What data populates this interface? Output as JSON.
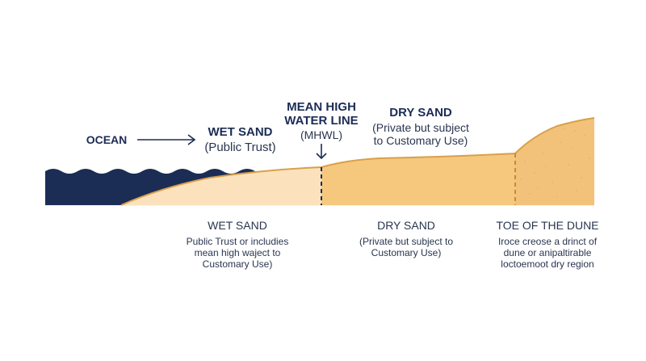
{
  "top_labels": {
    "ocean": "OCEAN",
    "wet_sand_title": "WET SAND",
    "wet_sand_sub": "(Public Trust)",
    "mhwl_line1": "MEAN HIGH",
    "mhwl_line2": "WATER LINE",
    "mhwl_sub": "(MHWL)",
    "dry_sand_title": "DRY SAND",
    "dry_sand_sub1": "(Private but subject",
    "dry_sand_sub2": "to Customary Use)"
  },
  "bottom_labels": {
    "wet_sand": {
      "title": "WET SAND",
      "line1": "Public Trust or includies",
      "line2": "mean high wajeсt to",
      "line3": "Customary Use)"
    },
    "dry_sand": {
      "title": "DRY SAND",
      "line1": "(Private but subject to",
      "line2": "Customary Use)"
    },
    "toe_of_dune": {
      "title": "TOE OF THE DUNE",
      "line1": "Iroce creose a drinct of",
      "line2": "dune or anipaltirable",
      "line3": "loctoemoot dry region"
    }
  },
  "colors": {
    "ocean": "#1b2c55",
    "wet_sand": "#fbe2bd",
    "dry_sand": "#f6c87e",
    "dune": "#f2c27a",
    "outline": "#d8a04a",
    "text_dark": "#1b2c55"
  }
}
